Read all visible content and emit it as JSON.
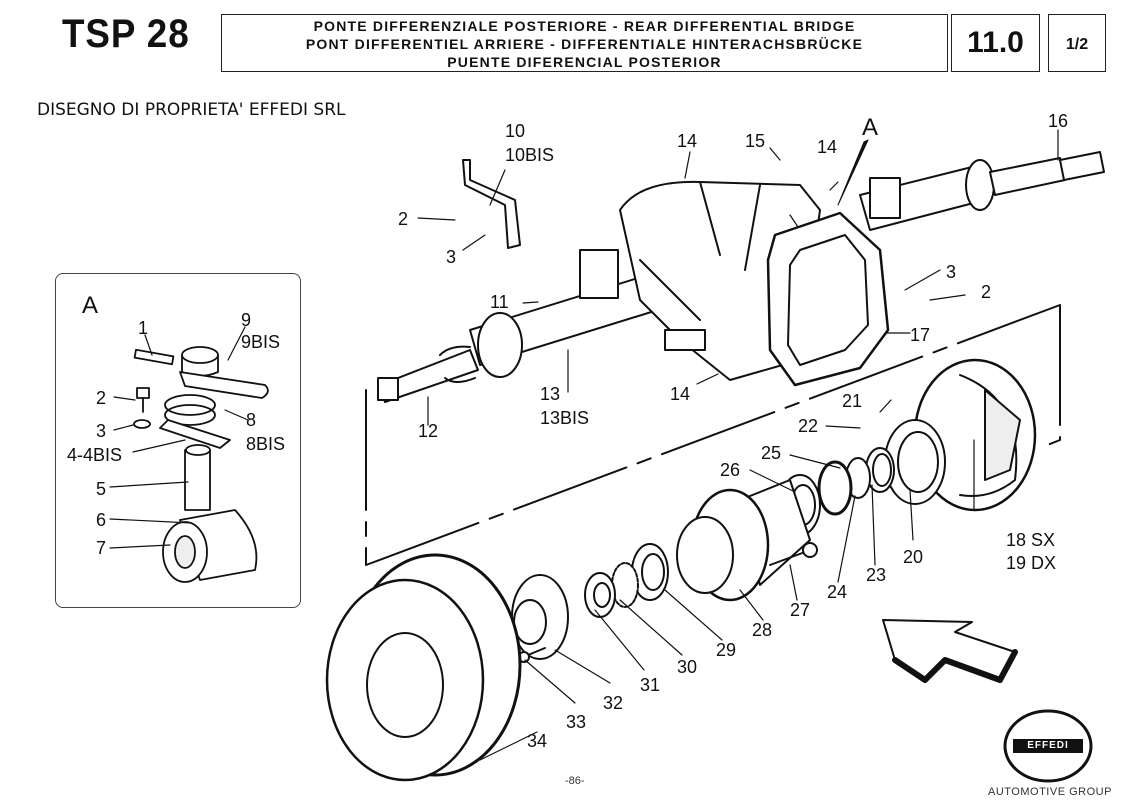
{
  "header": {
    "model": "TSP 28",
    "titles": [
      "PONTE DIFFERENZIALE POSTERIORE - REAR DIFFERENTIAL BRIDGE",
      "PONT DIFFERENTIEL ARRIERE - DIFFERENTIALE HINTERACHSBRÜCKE",
      "PUENTE DIFERENCIAL POSTERIOR"
    ],
    "section": "11.0",
    "page_fraction": "1/2"
  },
  "ownership_note": "DISEGNO DI PROPRIETA' EFFEDI SRL",
  "inset": {
    "title": "A",
    "labels": [
      "1",
      "9",
      "9BIS",
      "2",
      "3",
      "8",
      "8BIS",
      "4-4BIS",
      "5",
      "6",
      "7"
    ]
  },
  "detail_marker": "A",
  "callouts": {
    "c10": "10",
    "c10bis": "10BIS",
    "c2a": "2",
    "c3a": "3",
    "c11": "11",
    "c12": "12",
    "c13": "13",
    "c13bis": "13BIS",
    "c14a": "14",
    "c14b": "14",
    "c14c": "14",
    "c15": "15",
    "c16": "16",
    "c17": "17",
    "c3b": "3",
    "c2b": "2",
    "c21": "21",
    "c22": "22",
    "c25": "25",
    "c26": "26",
    "c18": "18  SX",
    "c19": "19  DX",
    "c20": "20",
    "c23": "23",
    "c24": "24",
    "c27": "27",
    "c28": "28",
    "c29": "29",
    "c30": "30",
    "c31": "31",
    "c32": "32",
    "c33": "33",
    "c34": "34"
  },
  "footer": {
    "page_number": "-86-",
    "brand_logo_text": "EFFEDI",
    "brand_tagline": "AUTOMOTIVE GROUP"
  }
}
